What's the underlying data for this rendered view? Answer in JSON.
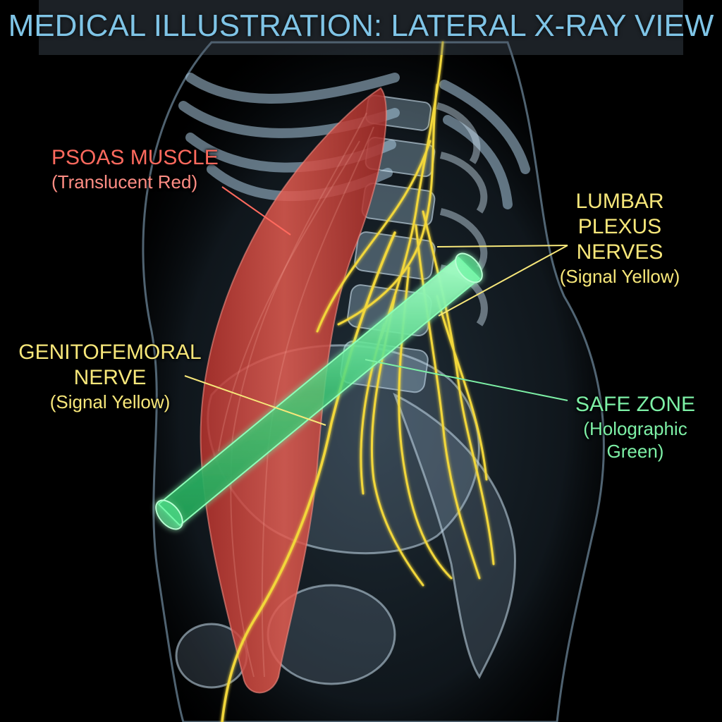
{
  "title": "MEDICAL ILLUSTRATION: LATERAL X-RAY VIEW",
  "colors": {
    "background": "#000000",
    "bone": "#9ebfd6",
    "muscle": "#d9473d",
    "nerve": "#f2d73a",
    "safe_zone": "#54f08c",
    "title": "#7fc4e6"
  },
  "labels": {
    "psoas": {
      "name": "PSOAS MUSCLE",
      "note": "(Translucent Red)"
    },
    "lumbar": {
      "line1": "LUMBAR",
      "line2": "PLEXUS",
      "line3": "NERVES",
      "note": "(Signal Yellow)"
    },
    "genitofemoral": {
      "line1": "GENITOFEMORAL",
      "line2": "NERVE",
      "note": "(Signal Yellow)"
    },
    "safe_zone": {
      "name": "SAFE ZONE",
      "note1": "(Holographic",
      "note2": "Green)"
    }
  }
}
